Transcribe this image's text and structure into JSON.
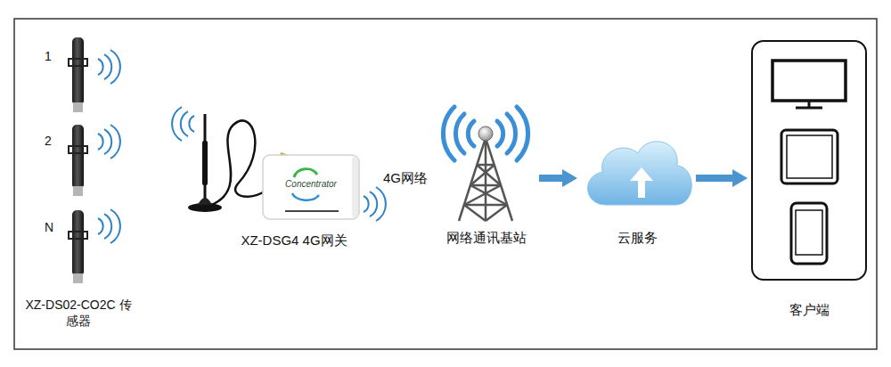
{
  "diagram": {
    "nodes": [
      {
        "text": [
          "网络通讯基站"
        ]
      },
      {
        "text": [
          "云服务"
        ]
      },
      {
        "text": [
          "客户端"
        ]
      }
    ],
    "edges": [
      {
        "from": 0,
        "to": 1,
        "arrow": "to"
      },
      {
        "from": 1,
        "to": 2,
        "arrow": "to"
      }
    ],
    "labels": [
      "1",
      "2",
      "N",
      "XZ-DS02-CO2C 传感器",
      "Concentrator",
      "XZ-DSG4 4G网关",
      "4G网络"
    ]
  }
}
